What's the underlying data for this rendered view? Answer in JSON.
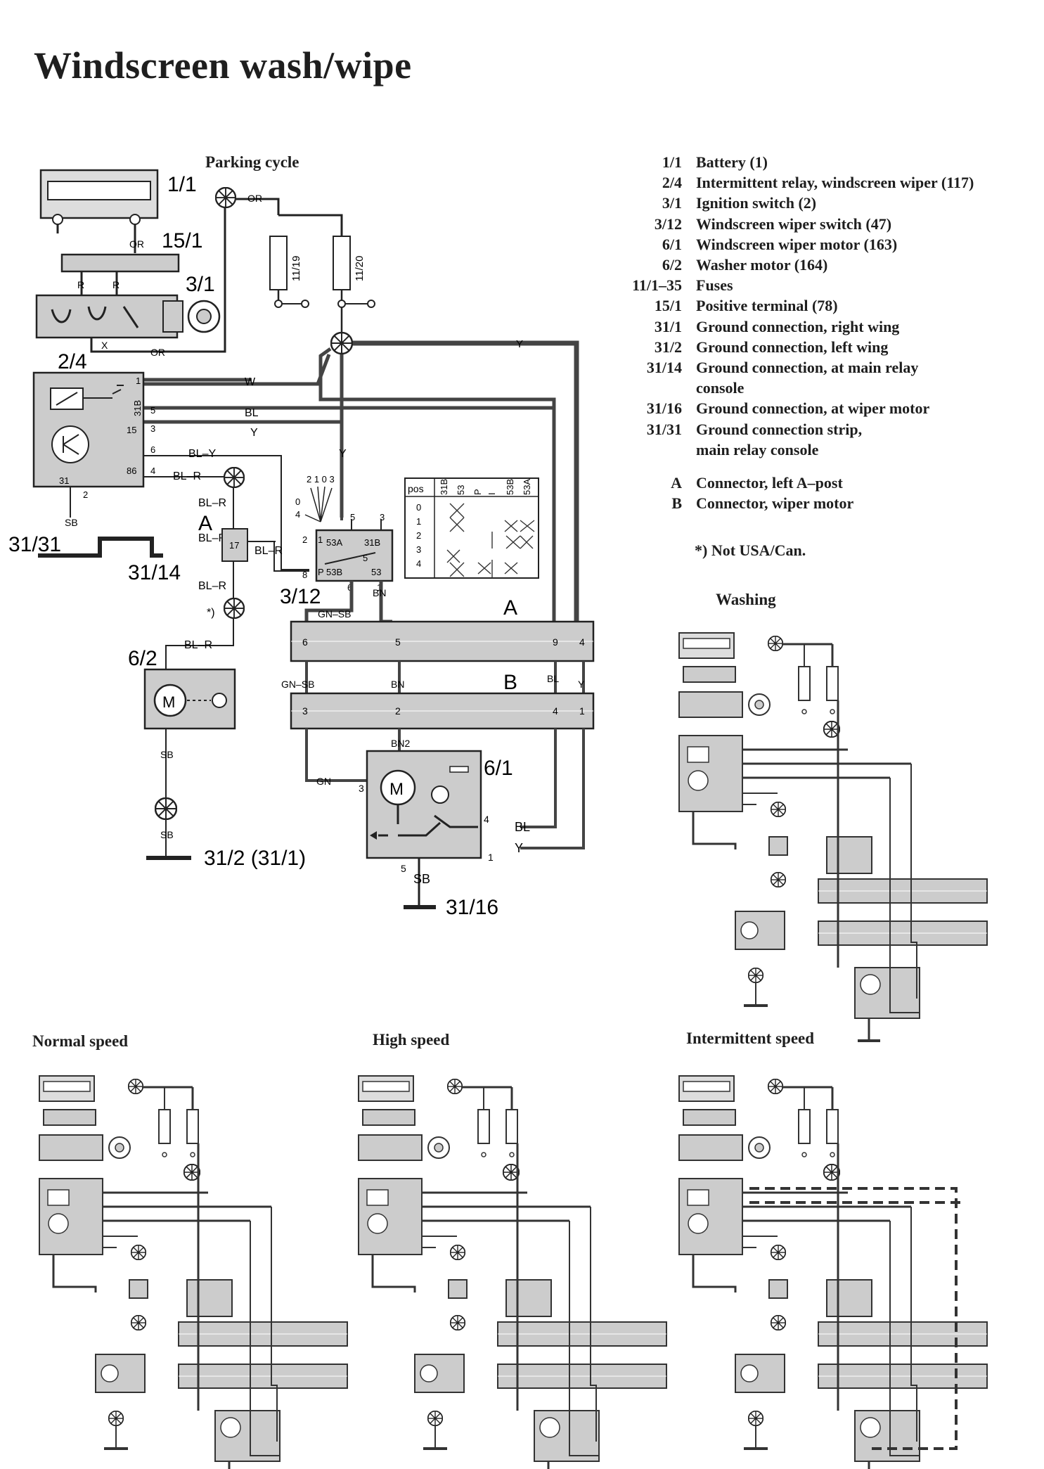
{
  "title": "Windscreen wash/wipe",
  "subtitles": {
    "parking": "Parking cycle",
    "washing": "Washing",
    "normal": "Normal speed",
    "high": "High speed",
    "intermittent": "Intermittent speed"
  },
  "legend": [
    {
      "code": "1/1",
      "desc": "Battery (1)"
    },
    {
      "code": "2/4",
      "desc": "Intermittent relay, windscreen wiper (117)"
    },
    {
      "code": "3/1",
      "desc": "Ignition switch (2)"
    },
    {
      "code": "3/12",
      "desc": "Windscreen wiper switch (47)"
    },
    {
      "code": "6/1",
      "desc": "Windscreen wiper motor (163)"
    },
    {
      "code": "6/2",
      "desc": "Washer motor (164)"
    },
    {
      "code": "11/1–35",
      "desc": "Fuses"
    },
    {
      "code": "15/1",
      "desc": "Positive terminal (78)"
    },
    {
      "code": "31/1",
      "desc": "Ground connection, right wing"
    },
    {
      "code": "31/2",
      "desc": "Ground connection, left wing"
    },
    {
      "code": "31/14",
      "desc": "Ground connection, at main relay"
    },
    {
      "code": "",
      "desc": "console"
    },
    {
      "code": "31/16",
      "desc": "Ground connection, at wiper motor"
    },
    {
      "code": "31/31",
      "desc": "Ground connection strip,"
    },
    {
      "code": "",
      "desc": "main relay console"
    },
    {
      "code": "",
      "desc": ""
    },
    {
      "code": "A",
      "desc": "Connector, left A–post"
    },
    {
      "code": "B",
      "desc": "Connector, wiper motor"
    }
  ],
  "note": "*)  Not USA/Can.",
  "components": {
    "c1_1": "1/1",
    "c15_1": "15/1",
    "c3_1": "3/1",
    "c2_4": "2/4",
    "c31_31": "31/31",
    "c31_14": "31/14",
    "cA": "A",
    "c17": "17",
    "c3_12": "3/12",
    "c6_2": "6/2",
    "c6_1": "6/1",
    "c31_2": "31/2 (31/1)",
    "c31_16": "31/16",
    "f11_19": "11/19",
    "f11_20": "11/20",
    "connA": "A",
    "connB": "B",
    "star": "*)",
    "motor": "M"
  },
  "wires": {
    "OR": "OR",
    "R": "R",
    "X": "X",
    "W": "W",
    "BL": "BL",
    "Y": "Y",
    "BLY": "BL–Y",
    "BLR": "BL–R",
    "SB": "SB",
    "GNSB": "GN–SB",
    "BN": "BN",
    "BN2": "BN2",
    "GN": "GN"
  },
  "relay_pins": {
    "p1": "1",
    "p31B": "31B",
    "p5": "5",
    "p15": "15",
    "p6": "6",
    "p86": "86",
    "p4": "4",
    "p31": "31",
    "p2": "2",
    "p3": "3"
  },
  "switch_pins": {
    "p53A": "53A",
    "p31B": "31B",
    "p53B": "53B",
    "p53": "53",
    "P": "P",
    "p1": "1",
    "p2": "2",
    "p8": "8",
    "p6": "6",
    "p5": "5",
    "p3": "3",
    "p4": "4",
    "p0": "0",
    "pos_list": "2 1 0 3"
  },
  "switch_table": {
    "headers": [
      "pos",
      "31B",
      "53",
      "P",
      "I",
      "53B",
      "53A"
    ],
    "rows": [
      "0",
      "1",
      "2",
      "3",
      "4"
    ]
  },
  "connector_pins": {
    "A": [
      "6",
      "5",
      "9",
      "4"
    ],
    "B": [
      "3",
      "2",
      "4",
      "1"
    ]
  },
  "motor_pins": {
    "p3": "3",
    "p4": "4",
    "p5": "5",
    "p1": "1"
  }
}
